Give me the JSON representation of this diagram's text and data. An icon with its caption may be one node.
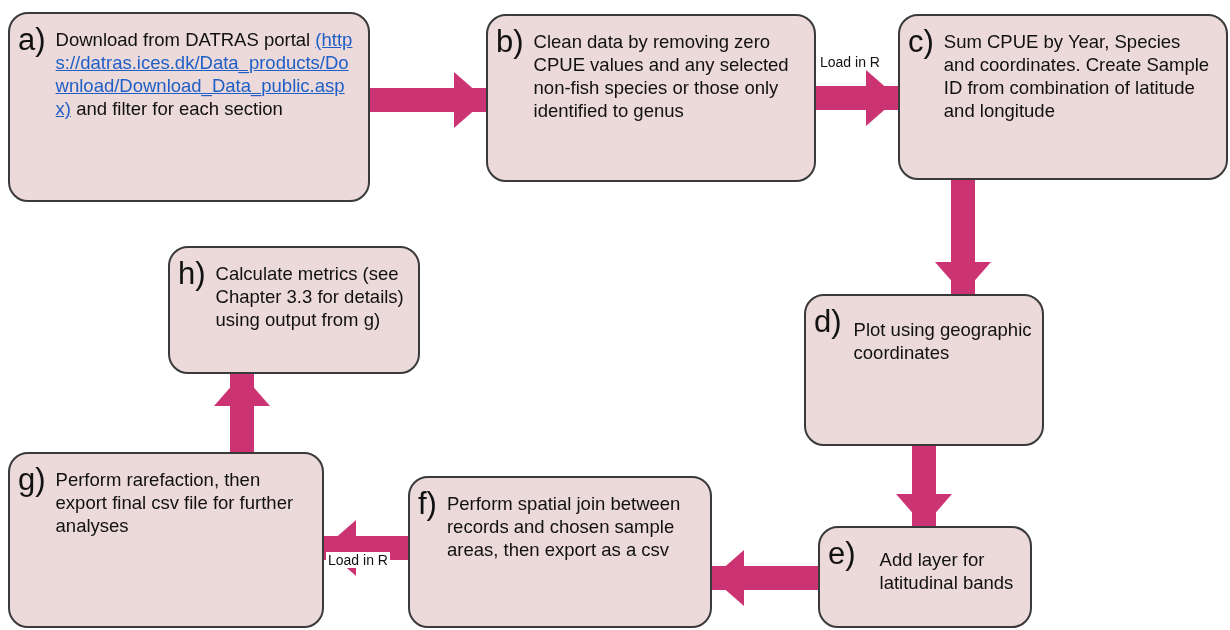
{
  "diagram": {
    "nodes": [
      {
        "text": [
          "a)",
          "Download from DATRAS portal",
          "(https://datras.ices.dk/Data_products/Download/Download_Data_public.aspx)",
          "and filter for each section"
        ]
      },
      {
        "text": [
          "b)",
          "Clean data by removing zero CPUE values and any selected non-fish species or those only identified to genus"
        ]
      },
      {
        "text": [
          "c)",
          "Sum CPUE by Year, Species and coordinates. Create Sample ID from combination of latitude and longitude"
        ]
      },
      {
        "text": [
          "d)",
          "Plot using geographic coordinates"
        ]
      },
      {
        "text": [
          "e)",
          "Add layer for latitudinal bands"
        ]
      },
      {
        "text": [
          "f)",
          "Perform spatial join between records and chosen sample areas, then export as a csv"
        ]
      },
      {
        "text": [
          "g)",
          "Perform rarefaction, then export final csv file for further analyses"
        ]
      },
      {
        "text": [
          "h)",
          "Calculate metrics (see Chapter 3.3 for details) using output from g)"
        ]
      }
    ],
    "edges": [
      {
        "from": 0,
        "to": 1,
        "arrow": "to"
      },
      {
        "from": 1,
        "to": 2,
        "arrow": "to",
        "label": "Load in R"
      },
      {
        "from": 2,
        "to": 3,
        "arrow": "to"
      },
      {
        "from": 3,
        "to": 4,
        "arrow": "to"
      },
      {
        "from": 4,
        "to": 5,
        "arrow": "to"
      },
      {
        "from": 5,
        "to": 6,
        "arrow": "to",
        "label": "Load in R"
      },
      {
        "from": 6,
        "to": 7,
        "arrow": "to"
      }
    ]
  }
}
